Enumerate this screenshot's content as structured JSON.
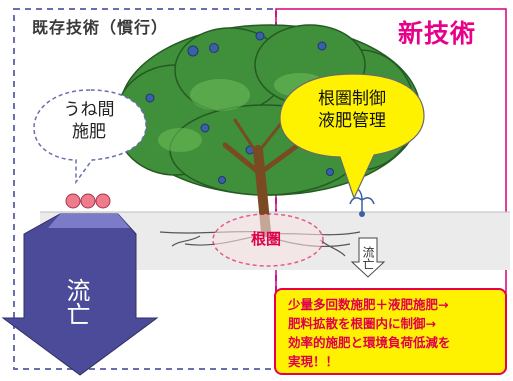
{
  "labels": {
    "existing_tech": "既存技術（慣行）",
    "new_tech": "新技術",
    "bubble_furrow_line1": "うね間",
    "bubble_furrow_line2": "施肥",
    "bubble_control_line1": "根圏制御",
    "bubble_control_line2": "液肥管理",
    "root_zone": "根圏",
    "runoff_large": "流亡",
    "runoff_small": "流亡"
  },
  "summary": {
    "lines": [
      "少量多回数施肥＋液肥施肥→",
      "肥料拡散を根圏内に制御→",
      "効率的施肥と環境負荷低減を",
      "実現！！"
    ]
  },
  "colors": {
    "accent_magenta": "#e8008a",
    "summary_bg": "#fff200",
    "summary_text": "#e0004a",
    "tree_canopy": "#3d8a3a",
    "arrow_blue": "#4a4a98",
    "bubble_right_fill": "#fff200"
  }
}
